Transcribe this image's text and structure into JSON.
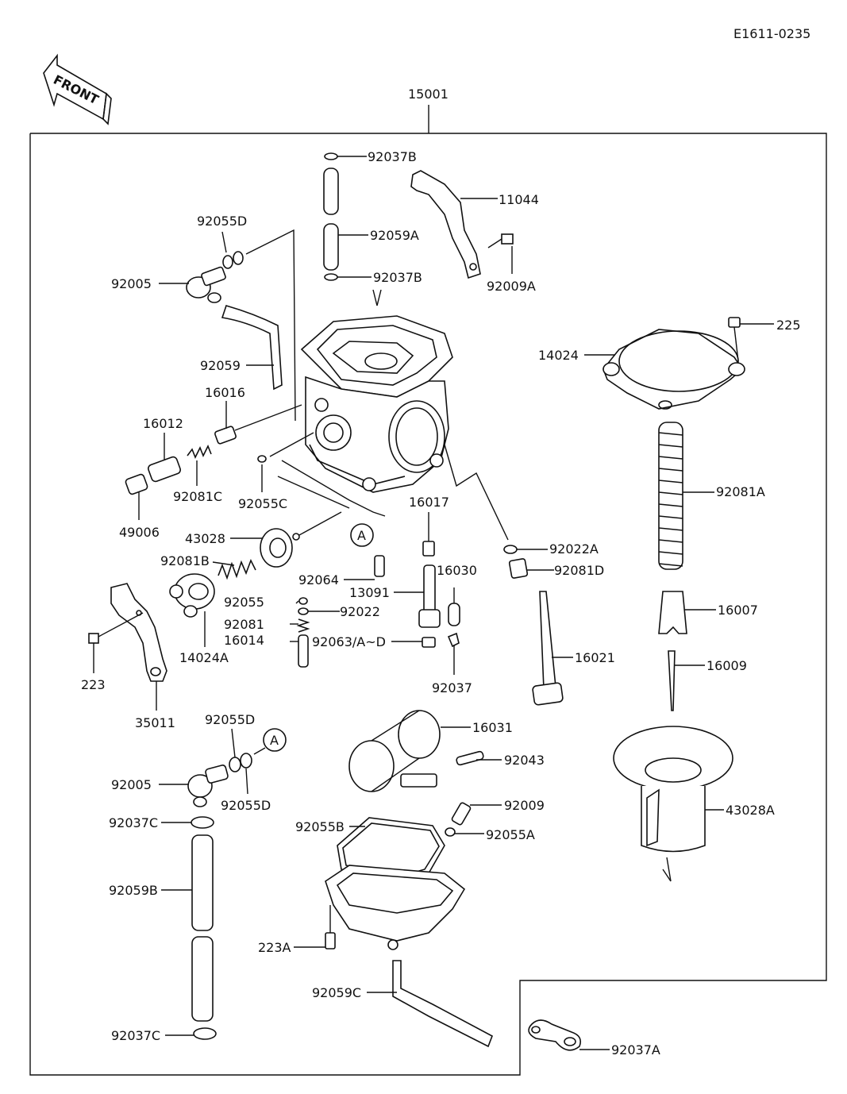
{
  "diagram_code": "E1611-0235",
  "front_label": "FRONT",
  "callouts": {
    "p15001": "15001",
    "p92037B_top": "92037B",
    "p92059A": "92059A",
    "p92037B_bot": "92037B",
    "p11044": "11044",
    "p92009A": "92009A",
    "p92055D_top": "92055D",
    "p92005_top": "92005",
    "p92059": "92059",
    "p16016": "16016",
    "p16012": "16012",
    "p92081C": "92081C",
    "p92055C": "92055C",
    "p49006": "49006",
    "p43028": "43028",
    "p92081B": "92081B",
    "p92064": "92064",
    "p16017": "16017",
    "p16030": "16030",
    "p13091": "13091",
    "p92055": "92055",
    "p92022": "92022",
    "p92081": "92081",
    "p16014": "16014",
    "p92063": "92063/A~D",
    "p92037": "92037",
    "p14024A": "14024A",
    "p223": "223",
    "p35011": "35011",
    "p92022A": "92022A",
    "p92081D": "92081D",
    "p16021": "16021",
    "p225": "225",
    "p14024": "14024",
    "p92081A": "92081A",
    "p16007": "16007",
    "p16009": "16009",
    "p43028A": "43028A",
    "p92055D_mid": "92055D",
    "p92005_bot": "92005",
    "p92055D_low": "92055D",
    "p92037C_top": "92037C",
    "p92059B": "92059B",
    "p92037C_bot": "92037C",
    "p16031": "16031",
    "p92043": "92043",
    "p92009": "92009",
    "p92055A": "92055A",
    "p92055B": "92055B",
    "p223A": "223A",
    "p92059C": "92059C",
    "p92037A": "92037A"
  },
  "ref_markers": {
    "a_upper": "A",
    "a_lower": "A"
  }
}
